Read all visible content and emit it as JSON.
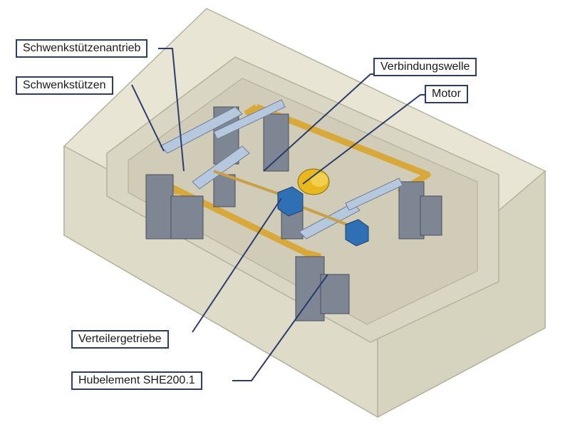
{
  "labels": {
    "schwenkstuetzenantrieb": "Schwenkstützenantrieb",
    "schwenkstuetzen": "Schwenkstützen",
    "verbindungswelle": "Verbindungswelle",
    "motor": "Motor",
    "verteilergetriebe": "Verteilergetriebe",
    "hubelement": "Hubelement SHE200.1"
  },
  "colors": {
    "leader_line": "#2b3d6b",
    "concrete": "#e6e3d2",
    "frame": "#d8a93a",
    "gearbox": "#2f6fb3",
    "motor": "#e8b81c",
    "support": "#7e8694"
  }
}
